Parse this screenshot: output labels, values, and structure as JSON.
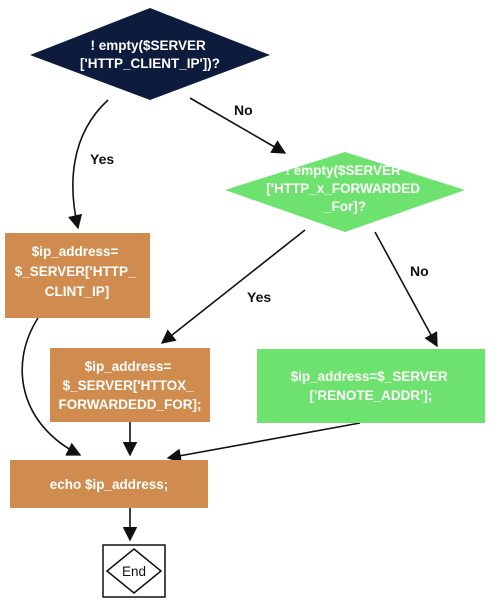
{
  "colors": {
    "decision_primary": "#0d1b3d",
    "decision_secondary": "#6ee26e",
    "process_orange": "#cf8c4e",
    "process_green": "#6ee26e",
    "terminal_fill": "#ffffff",
    "text_light": "#ffffff",
    "text_dark": "#111111"
  },
  "nodes": {
    "decision_client_ip": {
      "lines": [
        "! empty($SERVER",
        "['HTTP_CLIENT_IP'])?"
      ]
    },
    "decision_forwarded": {
      "lines": [
        "! empty($SERVER",
        "['HTTP_x_FORWARDED",
        "_For]?"
      ]
    },
    "assign_client_ip": {
      "lines": [
        "$ip_address=",
        "$_SERVER['HTTP_",
        "CLINT_IP]"
      ]
    },
    "assign_forwarded": {
      "lines": [
        "$ip_address=",
        "$_SERVER['HTTOX_",
        "FORWARDEDD_FOR];"
      ]
    },
    "assign_remote_addr": {
      "lines": [
        "$ip_address=$_SERVER",
        "['RENOTE_ADDR'];"
      ]
    },
    "echo_ip": {
      "lines": [
        "echo $ip_address;"
      ]
    },
    "end": {
      "lines": [
        "End"
      ]
    }
  },
  "edge_labels": {
    "no_1": "No",
    "yes_1": "Yes",
    "yes_2": "Yes",
    "no_2": "No"
  }
}
